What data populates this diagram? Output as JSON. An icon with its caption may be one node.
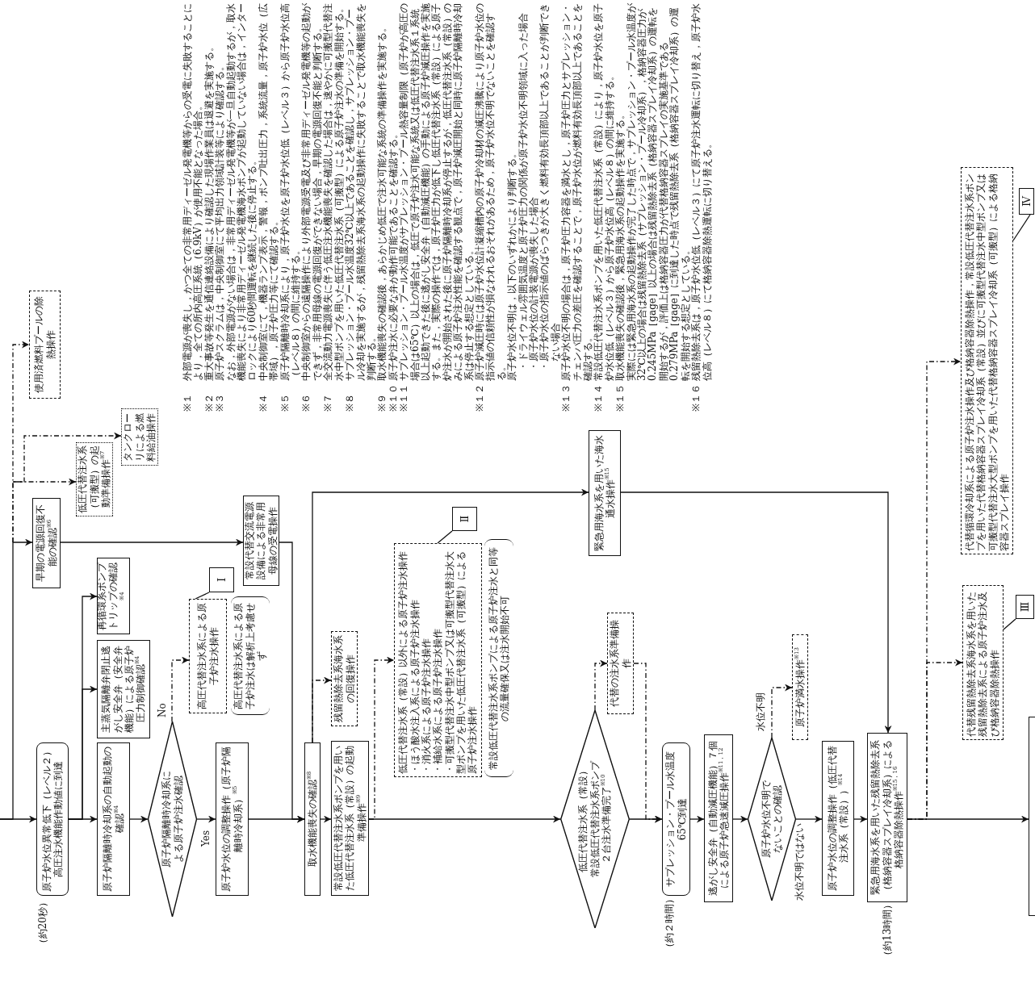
{
  "diagram": {
    "nodes": [
      {
        "text": [
          "原子炉水位異常低下（レベル２）高圧注水機能作動値に到達"
        ],
        "beside": [
          "（約20秒）"
        ]
      },
      {
        "text": [
          "早期の電源回復不能の確認$^{※6}$"
        ]
      },
      {
        "text": [
          "低圧代替注水系（可搬型）の起動準備操作$^{※7}$"
        ]
      },
      {
        "text": [
          "タンクローリによる燃料給油操作"
        ]
      },
      {
        "text": [
          "使用済燃料プールの除熱操作"
        ]
      },
      {
        "text": [
          "原子炉隔離時冷却系の自動起動の確認$^{※4}$"
        ]
      },
      {
        "text": [
          "主蒸気隔離弁閉止逃がし安全弁（安全弁機能）による原子炉圧力制御確認$^{※4}$"
        ]
      },
      {
        "text": [
          "再循環系ポンプトリップの確認$^{※4}$"
        ]
      },
      {
        "text": [
          "原子炉隔離時冷却系による原子炉注水確認"
        ]
      },
      {
        "text": [
          "高圧代替注水系による原子炉注水操作"
        ]
      },
      {
        "text": [
          "Ⅰ"
        ]
      },
      {
        "text": [
          "高圧代替注水系による原子炉注水は解析上考慮せず"
        ]
      },
      {
        "text": [
          "原子炉水位の調整操作（原子炉隔離時冷却系）$^{※5}$"
        ]
      },
      {
        "text": [
          "常設代替交流電源設備による非常用母線の受電操作"
        ]
      },
      {
        "text": [
          "取水機能喪失の確認$^{※8}$"
        ]
      },
      {
        "text": [
          "残留熱除去系海水系の回復操作"
        ]
      },
      {
        "text": [
          "常設低圧代替注水系ポンプを用いた低圧代替注水系（常設）の起動準備操作$^{※9}$"
        ]
      },
      {
        "text": [
          "緊急用海水系を用いた海水通水操作$^{※15}$"
        ]
      },
      {
        "text": [
          "低圧代替注水系（常設）以外による原子炉注水操作",
          "・ほう酸水注入系による原子炉注水操作",
          "・消火系による原子炉注水操作",
          "・補給水系による原子炉注水操作",
          "・可搬型代替注水中型ポンプ又は可搬型代替注水大型ポンプを用いた低圧代替注水系（可搬型）による原子炉注水操作"
        ]
      },
      {
        "text": [
          "Ⅱ"
        ]
      },
      {
        "text": [
          "常設低圧代替注水系ポンプによる原子炉注水と同等の流量確保又は注水開始不可"
        ]
      },
      {
        "text": [
          "低圧代替注水系（常設）",
          "常設低圧代替注水系ポンプ２台注水準備完了$^{※10}$"
        ]
      },
      {
        "text": [
          "代替の注水系準備操作"
        ]
      },
      {
        "text": [
          "サプレッション・プール水温度65℃到達"
        ],
        "beside": [
          "（約２時間）"
        ]
      },
      {
        "text": [
          "逃がし安全弁（自動減圧機能）７個による原子炉急速減圧操作$^{※11，12}$"
        ]
      },
      {
        "text": [
          "原子炉水位不明でないことの確認"
        ]
      },
      {
        "text": [
          "原子炉満水操作$^{※13}$"
        ]
      },
      {
        "text": [
          "原子炉水位の調整操作（低圧代替注水系（常設））$^{※14}$"
        ]
      },
      {
        "text": [
          "緊急用海水系を用いた残留熱除去系（格納容器スプレイ冷却系）による格納容器除熱操作$^{※15，16}$"
        ],
        "beside": [
          "（約13時間）"
        ]
      },
      {
        "text": [
          "代替残留熱除去系海水系を用いた残留熱除去系による原子炉注水及び格納容器除熱操作"
        ]
      },
      {
        "text": [
          "Ⅲ"
        ]
      },
      {
        "text": [
          "代替循環冷却系による原子炉注水操作及び格納容器除熱操作，常設低圧代替注水系ポンプを用いた代替格納容器スプレイ冷却系（常設）並びに可搬型代替注水中型ポンプ又は可搬型代替注水大型ポンプを用いた代替格納容器スプレイ冷却系（可搬型）による格納容器スプレイ操作"
        ]
      },
      {
        "text": [
          "Ⅳ"
        ]
      },
      {
        "text": [],
        "shape": "box"
      }
    ],
    "edges": [
      {
        "from": null,
        "to": 0,
        "arrow": "to"
      },
      {
        "from": null,
        "to": 1,
        "arrow": "to"
      },
      {
        "from": null,
        "to": 4,
        "arrow": "to",
        "style": "dashed"
      },
      {
        "from": null,
        "to": 2,
        "arrow": "to",
        "style": "dashed"
      },
      {
        "from": null,
        "to": 3,
        "arrow": "to",
        "style": "dashed"
      },
      {
        "from": 0,
        "to": 5,
        "arrow": "to"
      },
      {
        "from": 0,
        "to": 6,
        "arrow": "to"
      },
      {
        "from": 0,
        "to": 7,
        "arrow": "to"
      },
      {
        "from": 5,
        "to": 8,
        "arrow": "to"
      },
      {
        "from": 8,
        "to": 9,
        "arrow": "to",
        "label": "No",
        "style": "dashed"
      },
      {
        "from": 8,
        "to": 12,
        "arrow": "to",
        "label": "Yes"
      },
      {
        "from": 10,
        "to": 9,
        "arrow": "none"
      },
      {
        "from": 1,
        "to": 13,
        "arrow": "to"
      },
      {
        "from": 13,
        "to": 14,
        "arrow": "to"
      },
      {
        "from": 12,
        "to": 14,
        "arrow": "to"
      },
      {
        "from": 14,
        "to": 17,
        "arrow": "to"
      },
      {
        "from": 14,
        "to": 15,
        "arrow": "to",
        "style": "dashed"
      },
      {
        "from": 14,
        "to": 16,
        "arrow": "to"
      },
      {
        "from": 16,
        "to": 18,
        "arrow": "to",
        "style": "dashed"
      },
      {
        "from": 16,
        "to": 21,
        "arrow": "to"
      },
      {
        "from": 19,
        "to": 18,
        "arrow": "none"
      },
      {
        "from": 17,
        "to": 28,
        "arrow": "to"
      },
      {
        "from": 21,
        "to": 22,
        "arrow": "to",
        "style": "dashed"
      },
      {
        "from": 22,
        "to": 23,
        "arrow": "to",
        "style": "dashed"
      },
      {
        "from": 21,
        "to": 23,
        "arrow": "to"
      },
      {
        "from": 23,
        "to": 24,
        "arrow": "to"
      },
      {
        "from": 24,
        "to": 25,
        "arrow": "to"
      },
      {
        "from": 25,
        "to": 26,
        "arrow": "to",
        "label": "水位不明",
        "style": "dashed"
      },
      {
        "from": 25,
        "to": 27,
        "arrow": "to",
        "label": "水位不明ではない"
      },
      {
        "from": 27,
        "to": 28,
        "arrow": "to"
      },
      {
        "from": 28,
        "to": 33,
        "arrow": "to"
      },
      {
        "from": 28,
        "to": 29,
        "arrow": "to",
        "style": "dashed"
      },
      {
        "from": 28,
        "to": 31,
        "arrow": "to",
        "style": "dashed"
      },
      {
        "from": 30,
        "to": 29,
        "arrow": "none"
      },
      {
        "from": 32,
        "to": 31,
        "arrow": "none"
      }
    ],
    "labels": [
      "※１",
      "外部電源が喪失し，かつ全ての非常用ディーゼル発電機等からの受電に失敗することにより，全ての所内高圧系統（6.9kV）が使用不能となった場合。",
      "※２",
      "重大事故等発生を通信連絡設備により確認した現場作業員は退避を実施する。",
      "※３",
      "原子炉スクラムは，中央制御室にて平均出力領域計装等により確認する。",
      "なお，外部電源がない場合は，非常用ディーゼル発電機等が一旦自動起動するが，取水機能喪失により非常用ディーゼル発電機海水ポンプが起動していない場合は，インターロックにより60秒間運転を継続した後に停止する。",
      "※４",
      "中央制御室にて，機器ランプ表示，警報，ポンプ吐出圧力，系統流量，原子炉水位（広帯域），原子炉圧力等にて確認する。",
      "※５",
      "原子炉隔離時冷却系により，原子炉水位を原子炉水位低（レベル３）から原子炉水位高（レベル８）の間に維持する。",
      "※６",
      "中央制御室からの遠隔操作により外部電源受電及び非常用ディーゼル発電機等の起動ができず，非常用母線の電源回復ができない場合，早期の電源回復不能と判断する。",
      "※７",
      "全交流動力電源喪失に伴う低圧注水機能喪失を確認した場合は，速やかに可搬型代替注水中型ポンプを用いた低圧代替注水系（可搬型）による原子炉注水の準備を開始する。",
      "※８",
      "サプレッション・プール水温度32℃以上であることを確認し，サプレッション・プール冷却を実施するが，残留熱除去系海水系の起動操作に失敗することで取水機能喪失を判断する。",
      "※９",
      "取水機能喪失の確認後，あらかじめ低圧で注水可能な系統の準備操作を実施する。",
      "※１０",
      "原子炉注水に必要な弁が動作可能であることを確認する。",
      "※１１",
      "サプレッション・プール水温度がサプレッション・プール熱容量制限（原子炉が高圧の場合は65℃）以上の場合は，低圧で原子炉注水可能な系統又は低圧代替注水系１系統以上起動できた後に逃がし安全弁（自動減圧機能）の手動による原子炉減圧操作を実施する。また，実際の操作では，原子炉圧力が低下し低圧代替注水系（常設）による原子炉注水が開始された後に原子炉隔離時冷却系が停止するが，低圧代替注水系（常設）のみによる原子炉注水性能を確認する観点で，原子炉減圧開始と同時に原子炉隔離時冷却系は停止する想定としている。",
      "※１２",
      "原子炉減圧時には原子炉水位計凝縮槽内の原子炉冷却材の減圧沸騰により原子炉水位の指示値の信頼性が損なわれるおそれがあるため，原子炉水位不明でないことを確認する。",
      "原子炉水位不明は，以下のいずれかにより判断する。",
      "・ドライウェル雰囲気温度と原子炉圧力の関係が原子炉水位不明領域に入った場合",
      "・原子炉水位の計装電源が喪失した場合",
      "・原子炉水位の指示値のばらつきが大きく燃料有効長頂部以上であることが判断できない場合",
      "※１３",
      "原子炉水位不明の場合は，原子炉圧力容器を満水とし，原子炉圧力とサプレッション・チェンバ圧力の差圧を確認することで，原子炉水位が燃料有効長頂部以上であることを確認する。",
      "※１４",
      "常設低圧代替注水系ポンプを用いた低圧代替注水系（常設）により，原子炉水位を原子炉水位低（レベル３）から原子炉水位高（レベル８）の間に維持する。",
      "※１５",
      "取水機能喪失の確認後，緊急用海水系の起動操作を実施する。",
      "実際には緊急用海水系の起動操作が完了した時点で，サプレッション・プール水温度が32℃以上の場合は残留熱除去系（サプレッション・プール冷却系），格納容器圧力が0.245MPa［gage］以上の場合は残留熱除去系（格納容器スプレイ冷却系）の運転を開始するが，評価上は格納容器圧力が代替格納容器スプレイの実施基準である0.279MPa［gage］に到達した時点で残留熱除去系（格納容器スプレイ冷却系）の運転を開始する想定としている。",
      "※１６",
      "残留熱除去系は，原子炉水位低（レベル３）にて原子炉注水運転に切り替え，原子炉水位高（レベル８）にて格納容器除熱運転に切り替える。"
    ]
  }
}
